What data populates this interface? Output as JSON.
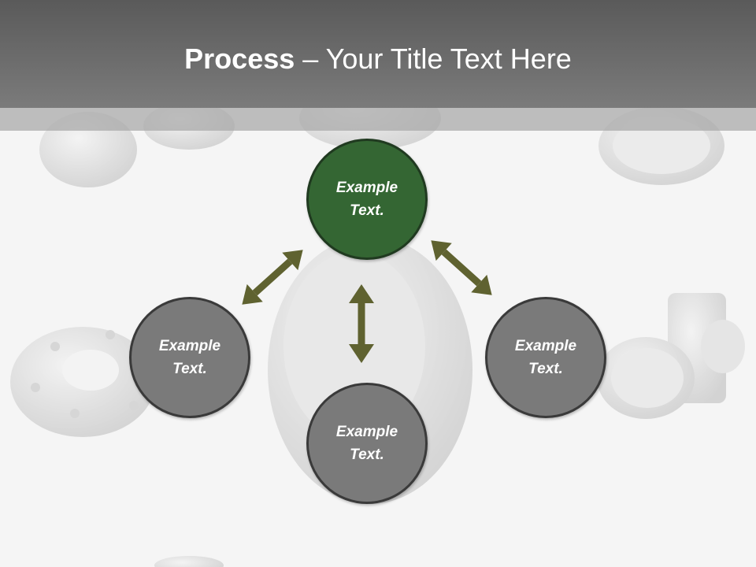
{
  "title": {
    "bold": "Process",
    "rest": " – Your Title Text Here"
  },
  "nodes": {
    "top": "Example Text.",
    "left": "Example Text.",
    "right": "Example Text.",
    "bottom": "Example Text."
  },
  "colors": {
    "title_bar": "#6a6a6a",
    "node_highlight": "#346633",
    "node_default": "#7a7a7a",
    "arrow": "#5f6230"
  }
}
